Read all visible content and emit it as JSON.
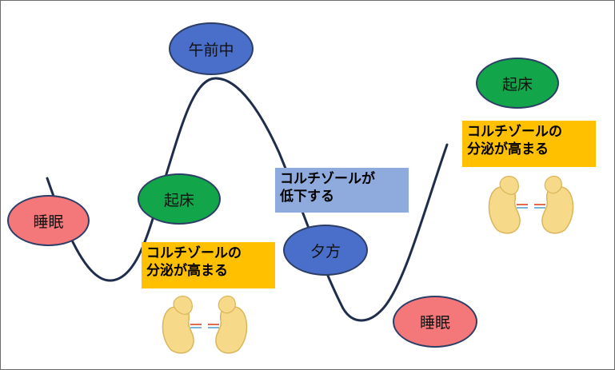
{
  "colors": {
    "curve": "#1f2d4d",
    "sleep": "#f4777a",
    "wake": "#13a54a",
    "blue": "#4a6fcb",
    "rise_box": "#ffc000",
    "fall_box": "#8faadc",
    "kidney": "#f7d98a",
    "kidney_stroke": "#d9b65a",
    "vessel_red": "#e36b4c",
    "vessel_blue": "#7ab6d9"
  },
  "nodes": {
    "sleep_left": "睡眠",
    "wake_middle": "起床",
    "morning": "午前中",
    "evening": "夕方",
    "sleep_right": "睡眠",
    "wake_right": "起床"
  },
  "rise_label": {
    "line1": "コルチゾールの",
    "line2": "分泌が高まる"
  },
  "fall_label": {
    "line1": "コルチゾールが",
    "line2": "低下する"
  },
  "icons": {
    "left_kidneys": "adrenal-kidney-icon",
    "right_kidneys": "adrenal-kidney-icon"
  }
}
